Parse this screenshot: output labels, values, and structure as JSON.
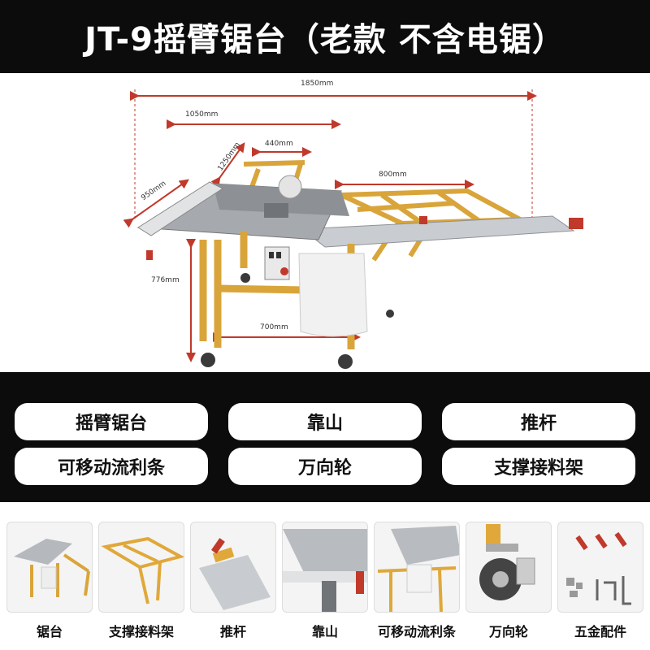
{
  "header": {
    "title": "JT-9摇臂锯台（老款 不含电锯）"
  },
  "dimensions": {
    "total_length": "1850mm",
    "arm_length": "1050mm",
    "table_width": "440mm",
    "rack_length": "800mm",
    "arm_depth": "1250mm",
    "front_width": "950mm",
    "height": "776mm",
    "leg_span": "700mm"
  },
  "features": [
    {
      "label": "摇臂锯台"
    },
    {
      "label": "靠山"
    },
    {
      "label": "推杆"
    },
    {
      "label": "可移动流利条"
    },
    {
      "label": "万向轮"
    },
    {
      "label": "支撑接料架"
    }
  ],
  "thumbnails": [
    {
      "label": "锯台"
    },
    {
      "label": "支撑接料架"
    },
    {
      "label": "推杆"
    },
    {
      "label": "靠山"
    },
    {
      "label": "可移动流利条"
    },
    {
      "label": "万向轮"
    },
    {
      "label": "五金配件"
    }
  ],
  "colors": {
    "frame_gold": "#d9a53a",
    "dim_red": "#c0392b",
    "table_gray": "#9a9ea3"
  }
}
